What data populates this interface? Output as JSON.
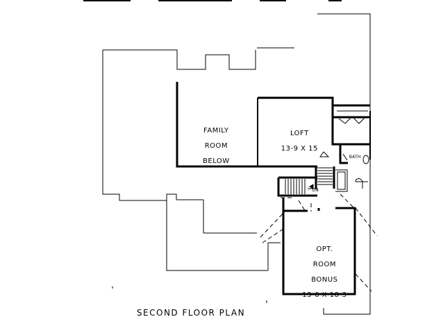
{
  "plan": {
    "title": "SECOND FLOOR PLAN",
    "rooms": [
      {
        "id": "family",
        "lines": [
          "FAMILY",
          "ROOM",
          "BELOW"
        ]
      },
      {
        "id": "loft",
        "lines": [
          "LOFT",
          "13-9 X 15"
        ]
      },
      {
        "id": "bath",
        "lines": [
          "BATH"
        ]
      },
      {
        "id": "dn",
        "lines": [
          "DN"
        ]
      },
      {
        "id": "bonus",
        "lines": [
          "OPT.",
          "ROOM",
          "BONUS",
          "13-6 X 18-3"
        ]
      }
    ]
  }
}
